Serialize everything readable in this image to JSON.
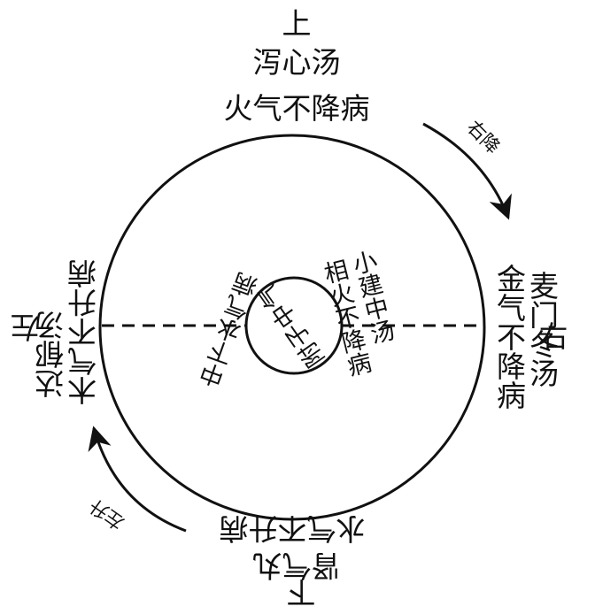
{
  "colors": {
    "ink": "#111111",
    "background": "#ffffff"
  },
  "directions": {
    "top": "上",
    "right": "右",
    "bottom": "下",
    "left": "左"
  },
  "top_group": {
    "formula": "泻心汤",
    "condition": "火气不降病"
  },
  "right_group": {
    "formula": "麦门冬汤",
    "condition": "金气不降病"
  },
  "bottom_group": {
    "formula": "肾气丸",
    "condition": "水气不升病"
  },
  "left_group": {
    "formula": "达郁汤",
    "condition": "木气不升病"
  },
  "arrows": {
    "right_descend": "右降",
    "left_ascend": "左升"
  },
  "inner": {
    "right_formula": "小建中汤",
    "right_condition": "相火不降病",
    "left_formula": "中下水气病",
    "center": "附子中气"
  }
}
